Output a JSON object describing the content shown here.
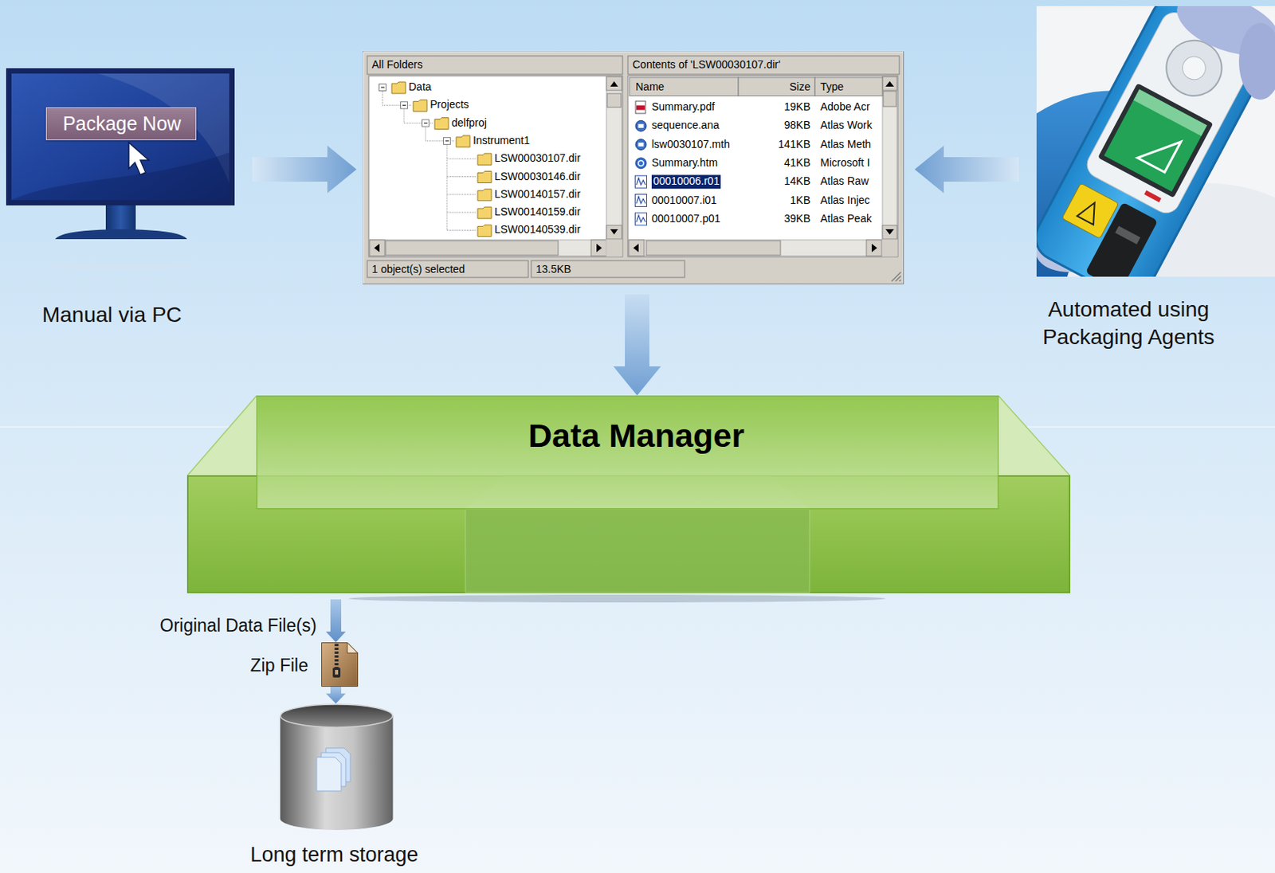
{
  "diagram": {
    "nodes": [
      {
        "text": [
          "Manual via PC"
        ]
      },
      {
        "text": [
          "Package Now"
        ],
        "in": 0
      },
      {
        "text": [
          "All Folders",
          "Contents of 'LSW00030107.dir'"
        ]
      },
      {
        "text": [
          "Automated using Packaging Agents"
        ]
      },
      {
        "text": [
          "Data Manager"
        ]
      },
      {
        "text": [
          "Zip File"
        ]
      },
      {
        "text": [
          "Long term storage"
        ]
      }
    ],
    "edges": [
      {
        "from": 0,
        "to": 2,
        "arrow": "to"
      },
      {
        "from": 3,
        "to": 2,
        "arrow": "to"
      },
      {
        "from": 2,
        "to": 4,
        "arrow": "to"
      },
      {
        "from": 4,
        "to": 5,
        "arrow": "to",
        "label": "Original Data File(s)"
      },
      {
        "from": 5,
        "to": 6,
        "arrow": "to"
      }
    ],
    "labels": [
      "Data",
      "Projects",
      "delfproj",
      "Instrument1",
      "LSW00030107.dir",
      "LSW00030146.dir",
      "LSW00140157.dir",
      "LSW00140159.dir",
      "LSW00140539.dir",
      "Name",
      "Size",
      "Type",
      "Summary.pdf",
      "19KB",
      "Adobe Acr",
      "sequence.ana",
      "98KB",
      "Atlas Work",
      "lsw0030107.mth",
      "141KB",
      "Atlas Meth",
      "Summary.htm",
      "41KB",
      "Microsoft I",
      "00010006.r01",
      "14KB",
      "Atlas Raw",
      "00010007.i01",
      "1KB",
      "Atlas Injec",
      "00010007.p01",
      "39KB",
      "Atlas Peak",
      "1 object(s) selected",
      "13.5KB"
    ]
  }
}
